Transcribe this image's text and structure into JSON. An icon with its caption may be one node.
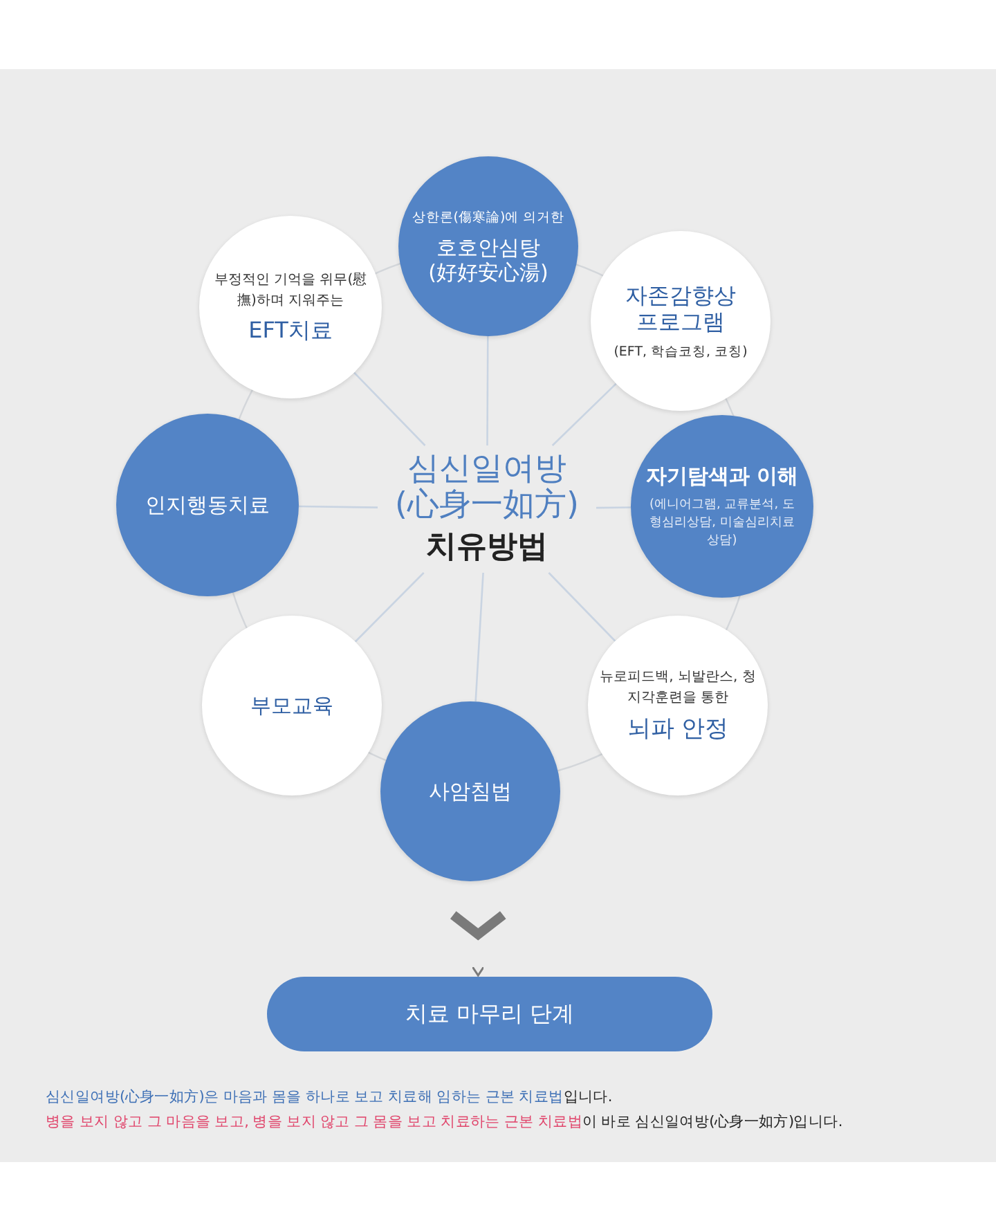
{
  "diagram": {
    "nodes": [
      {
        "text": [
          "심신일여방 (心身一如方)",
          "치유방법"
        ]
      },
      {
        "text": [
          "상한론(傷寒論)에 의거한",
          "호호안심탕 (好好安心湯)"
        ]
      },
      {
        "text": [
          "자존감향상 프로그램",
          "(EFT, 학습코칭, 코칭)"
        ]
      },
      {
        "text": [
          "자기탐색과 이해",
          "(에니어그램, 교류분석, 도형심리상담, 미술심리치료상담)"
        ]
      },
      {
        "text": [
          "뉴로피드백, 뇌발란스, 청지각훈련을 통한",
          "뇌파 안정"
        ]
      },
      {
        "text": [
          "사암침법"
        ]
      },
      {
        "text": [
          "부모교육"
        ]
      },
      {
        "text": [
          "인지행동치료"
        ]
      },
      {
        "text": [
          "부정적인 기억을 위무(慰撫)하며 지워주는",
          "EFT치료"
        ]
      },
      {
        "text": [
          "치료 마무리 단계"
        ]
      }
    ],
    "edges": [
      {
        "from": 0,
        "to": 1,
        "arrow": "none"
      },
      {
        "from": 0,
        "to": 2,
        "arrow": "none"
      },
      {
        "from": 0,
        "to": 3,
        "arrow": "none"
      },
      {
        "from": 0,
        "to": 4,
        "arrow": "none"
      },
      {
        "from": 0,
        "to": 5,
        "arrow": "none"
      },
      {
        "from": 0,
        "to": 6,
        "arrow": "none"
      },
      {
        "from": 0,
        "to": 7,
        "arrow": "none"
      },
      {
        "from": 0,
        "to": 8,
        "arrow": "none"
      },
      {
        "from": 5,
        "to": 9,
        "arrow": "to",
        "style": "thick",
        "color": "#7a7a7a"
      }
    ],
    "labels": [
      "심신일여방(心身一如方)은 마음과 몸을 하나로 보고 치료해 임하는 근본 치료법",
      "입니다.",
      "병을 보지 않고 그 마음을 보고, 병을 보지 않고 그 몸을 보고 치료하는 근본 치료법",
      "이 바로 심신일여방(心身一如方)입니다."
    ]
  }
}
